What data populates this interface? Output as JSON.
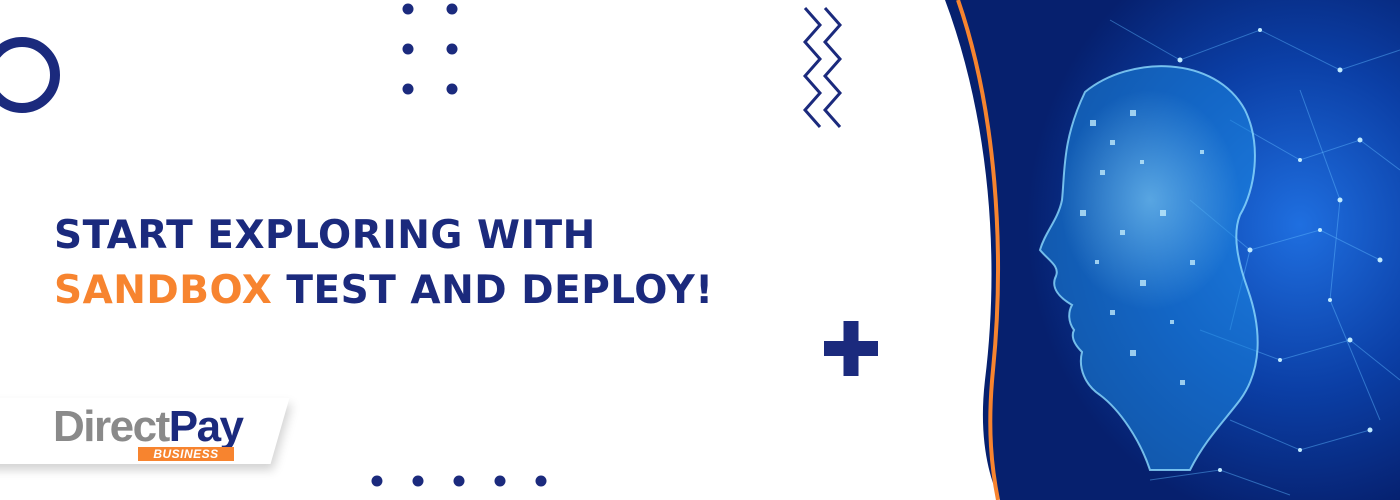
{
  "headline": {
    "line1": "START EXPLORING WITH",
    "highlight": "SANDBOX",
    "line2_rest": "TEST AND DEPLOY!"
  },
  "brand": {
    "name_part1": "Direct",
    "name_part2": "Pay",
    "tagline": "BUSINESS"
  },
  "colors": {
    "navy": "#1b2a7d",
    "orange": "#f7842f",
    "gray": "#8a8a8a",
    "panel_blue": "#0a3fa8"
  },
  "illustration": "ai-digital-head-network"
}
